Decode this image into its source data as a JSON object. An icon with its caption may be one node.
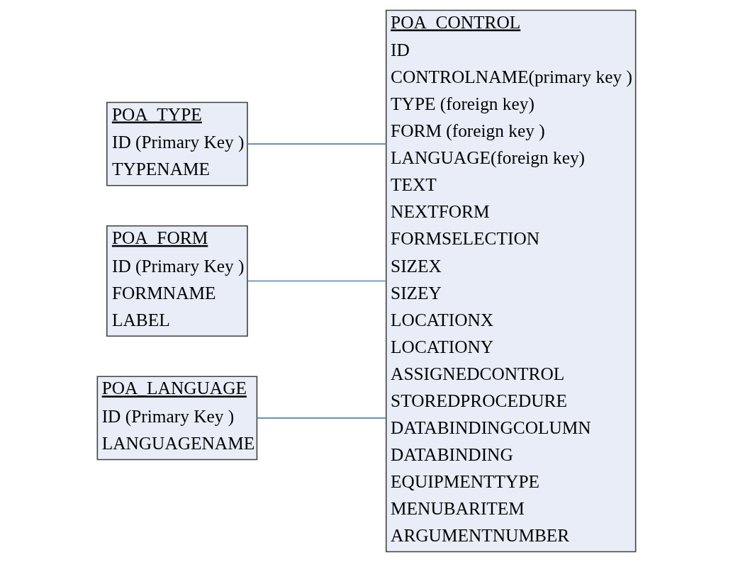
{
  "diagram": {
    "nodes": [
      {
        "text": [
          "POA_TYPE",
          "ID (Primary Key )",
          "TYPENAME"
        ]
      },
      {
        "text": [
          "POA_FORM",
          "ID (Primary Key )",
          "FORMNAME",
          "LABEL"
        ]
      },
      {
        "text": [
          "POA_LANGUAGE",
          "ID (Primary Key )",
          "LANGUAGENAME"
        ]
      },
      {
        "text": [
          "POA_CONTROL",
          "ID",
          "CONTROLNAME(primary key )",
          "TYPE (foreign key)",
          "FORM (foreign key )",
          "LANGUAGE(foreign key)",
          "TEXT",
          "NEXTFORM",
          "FORMSELECTION",
          "SIZEX",
          "SIZEY",
          "LOCATIONX",
          "LOCATIONY",
          "ASSIGNEDCONTROL",
          "STOREDPROCEDURE",
          "DATABINDINGCOLUMN",
          "DATABINDING",
          "EQUIPMENTTYPE",
          "MENUBARITEM",
          "ARGUMENTNUMBER"
        ]
      }
    ],
    "edges": [
      {
        "from": 0,
        "to": 3,
        "arrow": "none"
      },
      {
        "from": 1,
        "to": 3,
        "arrow": "none"
      },
      {
        "from": 2,
        "to": 3,
        "arrow": "none"
      }
    ]
  }
}
